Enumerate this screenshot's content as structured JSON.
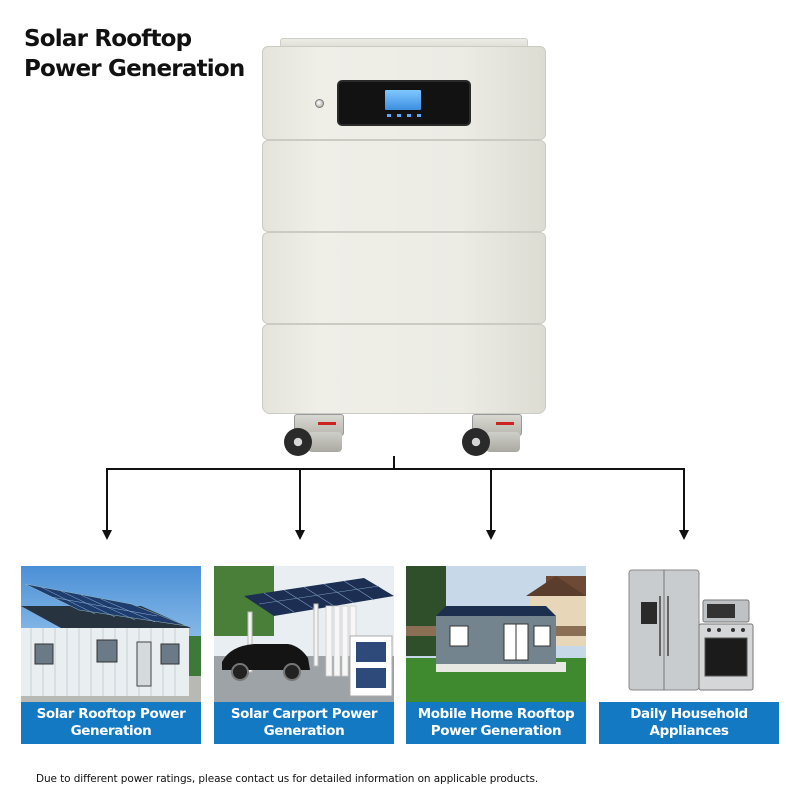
{
  "heading": {
    "line1": "Solar Rooftop",
    "line2": "Power Generation"
  },
  "applications": [
    {
      "line1": "Solar Rooftop Power",
      "line2": "Generation"
    },
    {
      "line1": "Solar Carport Power",
      "line2": "Generation"
    },
    {
      "line1": "Mobile Home Rooftop",
      "line2": "Power Generation"
    },
    {
      "line1": "Daily Household",
      "line2": "Appliances"
    }
  ],
  "footnote": "Due to different power ratings, please contact us for detailed information on applicable products.",
  "colors": {
    "label_bar": "#1479c3",
    "battery_body": "#ecece5",
    "lines": "#111111"
  }
}
